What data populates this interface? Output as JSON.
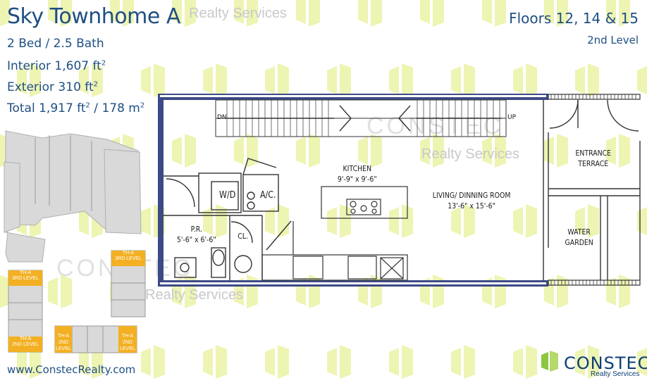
{
  "title": "Sky Townhome A",
  "specs": {
    "bed_bath": "2 Bed / 2.5 Bath",
    "interior_label": "Interior 1,607 ft",
    "exterior_label": "Exterior 310 ft",
    "total_label": "Total 1,917 ft",
    "total_metric": " / 178 m",
    "sup": "2"
  },
  "floors": "Floors 12, 14 & 15",
  "level": "2nd Level",
  "website": "www.ConstecRealty.com",
  "brand": {
    "name": "CONSTEC",
    "sub": "Realty Services",
    "color": "#0d3f73",
    "accent": "#8dc63f"
  },
  "watermark": {
    "realty": "Realty Services",
    "constec": "CONSTEC"
  },
  "rooms": {
    "kitchen": {
      "name": "KITCHEN",
      "dims": "9'-9\" x 9'-6\""
    },
    "living": {
      "name": "LIVING/ DINNING ROOM",
      "dims": "13'-6\" x 15'-6\""
    },
    "entrance": {
      "name1": "ENTRANCE",
      "name2": "TERRACE"
    },
    "water": {
      "name1": "WATER",
      "name2": "GARDEN"
    },
    "pr": {
      "name": "P.R.",
      "dims": "5'-6\" x 6'-6\""
    },
    "closet": "CL.",
    "wd": "W/D",
    "ac": "A/C.",
    "stair_dn": "DN",
    "stair_up": "UP"
  },
  "keyplan": {
    "units": [
      {
        "label": "TH-A",
        "sub": "3RD LEVEL"
      },
      {
        "label": "TH-A",
        "sub": "3RD LEVEL"
      },
      {
        "label": "TH-A",
        "sub": "2ND LEVEL"
      },
      {
        "label": "TH-A",
        "sub": "2ND LEVEL"
      },
      {
        "label": "TH-A",
        "sub": "2ND LEVEL"
      }
    ]
  }
}
